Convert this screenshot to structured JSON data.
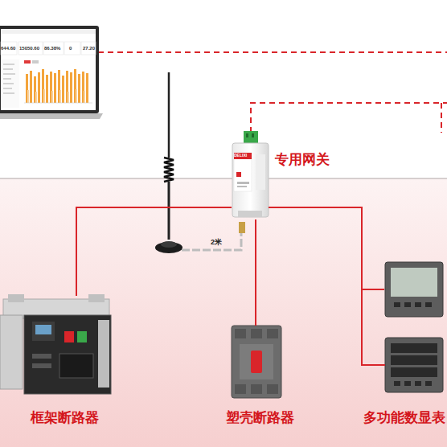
{
  "diagram": {
    "nodes": [
      {
        "text": [
          "专用网关"
        ]
      },
      {
        "text": [
          "框架断路器"
        ]
      },
      {
        "text": [
          "塑壳断路器"
        ]
      },
      {
        "text": [
          "多功能数显表"
        ]
      }
    ],
    "edges": [
      {
        "from": 0,
        "to": 1,
        "arrow": "none"
      },
      {
        "from": 0,
        "to": 2,
        "arrow": "none"
      },
      {
        "from": 0,
        "to": 3,
        "arrow": "none"
      }
    ],
    "labels": [
      "644.60",
      "15050.60",
      "86.38%",
      "0",
      "27.20",
      "2米",
      "DELIXI"
    ]
  }
}
